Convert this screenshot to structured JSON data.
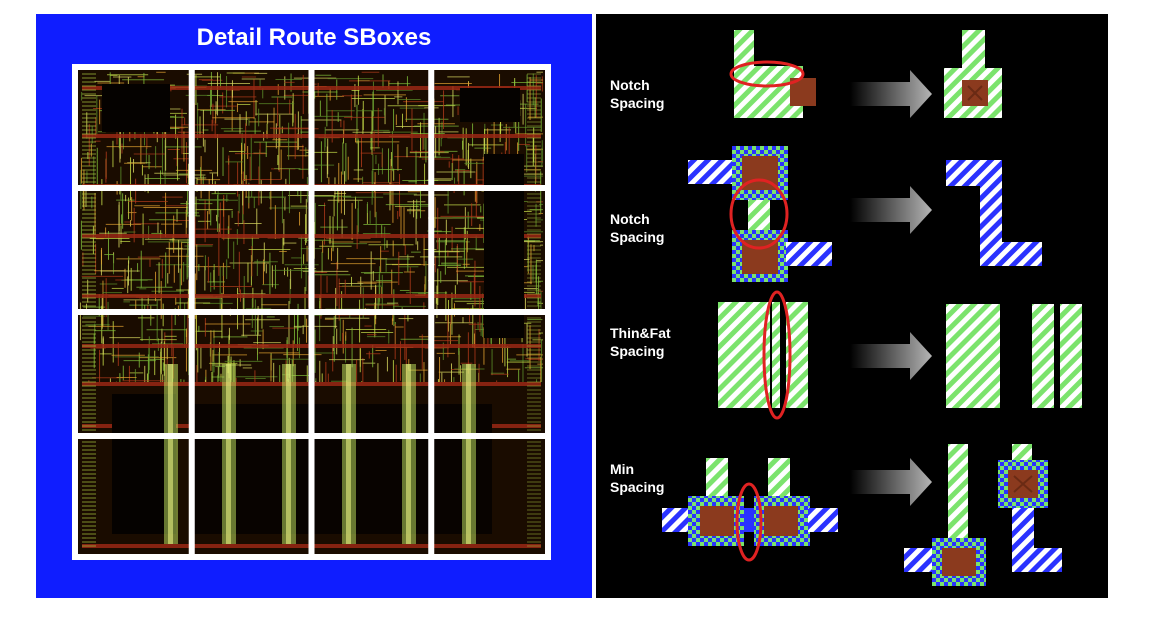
{
  "left": {
    "title": "Detail Route SBoxes",
    "background": "#0f1dff",
    "grid_rows": 4,
    "grid_cols": 4
  },
  "right": {
    "background": "#000000",
    "rules": [
      {
        "line1": "Notch",
        "line2": "Spacing"
      },
      {
        "line1": "Notch",
        "line2": "Spacing"
      },
      {
        "line1": "Thin&Fat",
        "line2": "Spacing"
      },
      {
        "line1": "Min",
        "line2": "Spacing"
      }
    ],
    "colors": {
      "metal_green": "#7be36c",
      "metal_blue": "#2a32ff",
      "via_fill": "#8b3a1e",
      "violation_ring": "#e02222",
      "arrow": "#9a9a9a"
    }
  }
}
